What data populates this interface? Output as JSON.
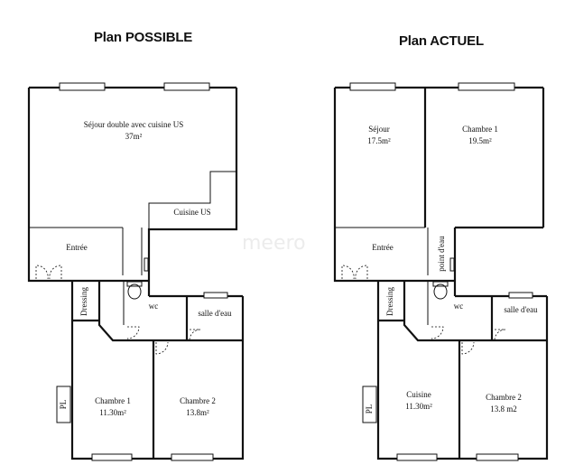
{
  "watermark": "meero",
  "plans": [
    {
      "title": "Plan POSSIBLE",
      "rooms": {
        "main": "Séjour double avec cuisine US",
        "main_area": "37m²",
        "kitchen": "Cuisine US",
        "entrance": "Entrée",
        "dressing": "Dressing",
        "wc": "wc",
        "bathroom": "salle d'eau",
        "pl": "PL",
        "bedroom_left": "Chambre 1",
        "bedroom_left_area": "11.30m²",
        "bedroom_right": "Chambre 2",
        "bedroom_right_area": "13.8m²"
      }
    },
    {
      "title": "Plan ACTUEL",
      "rooms": {
        "living": "Séjour",
        "living_area": "17.5m²",
        "bedroom1": "Chambre 1",
        "bedroom1_area": "19.5m²",
        "water_point": "point d'eau",
        "entrance": "Entrée",
        "dressing": "Dressing",
        "wc": "wc",
        "bathroom": "salle d'eau",
        "pl": "PL",
        "kitchen": "Cuisine",
        "kitchen_area": "11.30m²",
        "bedroom2": "Chambre 2",
        "bedroom2_area": "13.8 m2"
      }
    }
  ]
}
